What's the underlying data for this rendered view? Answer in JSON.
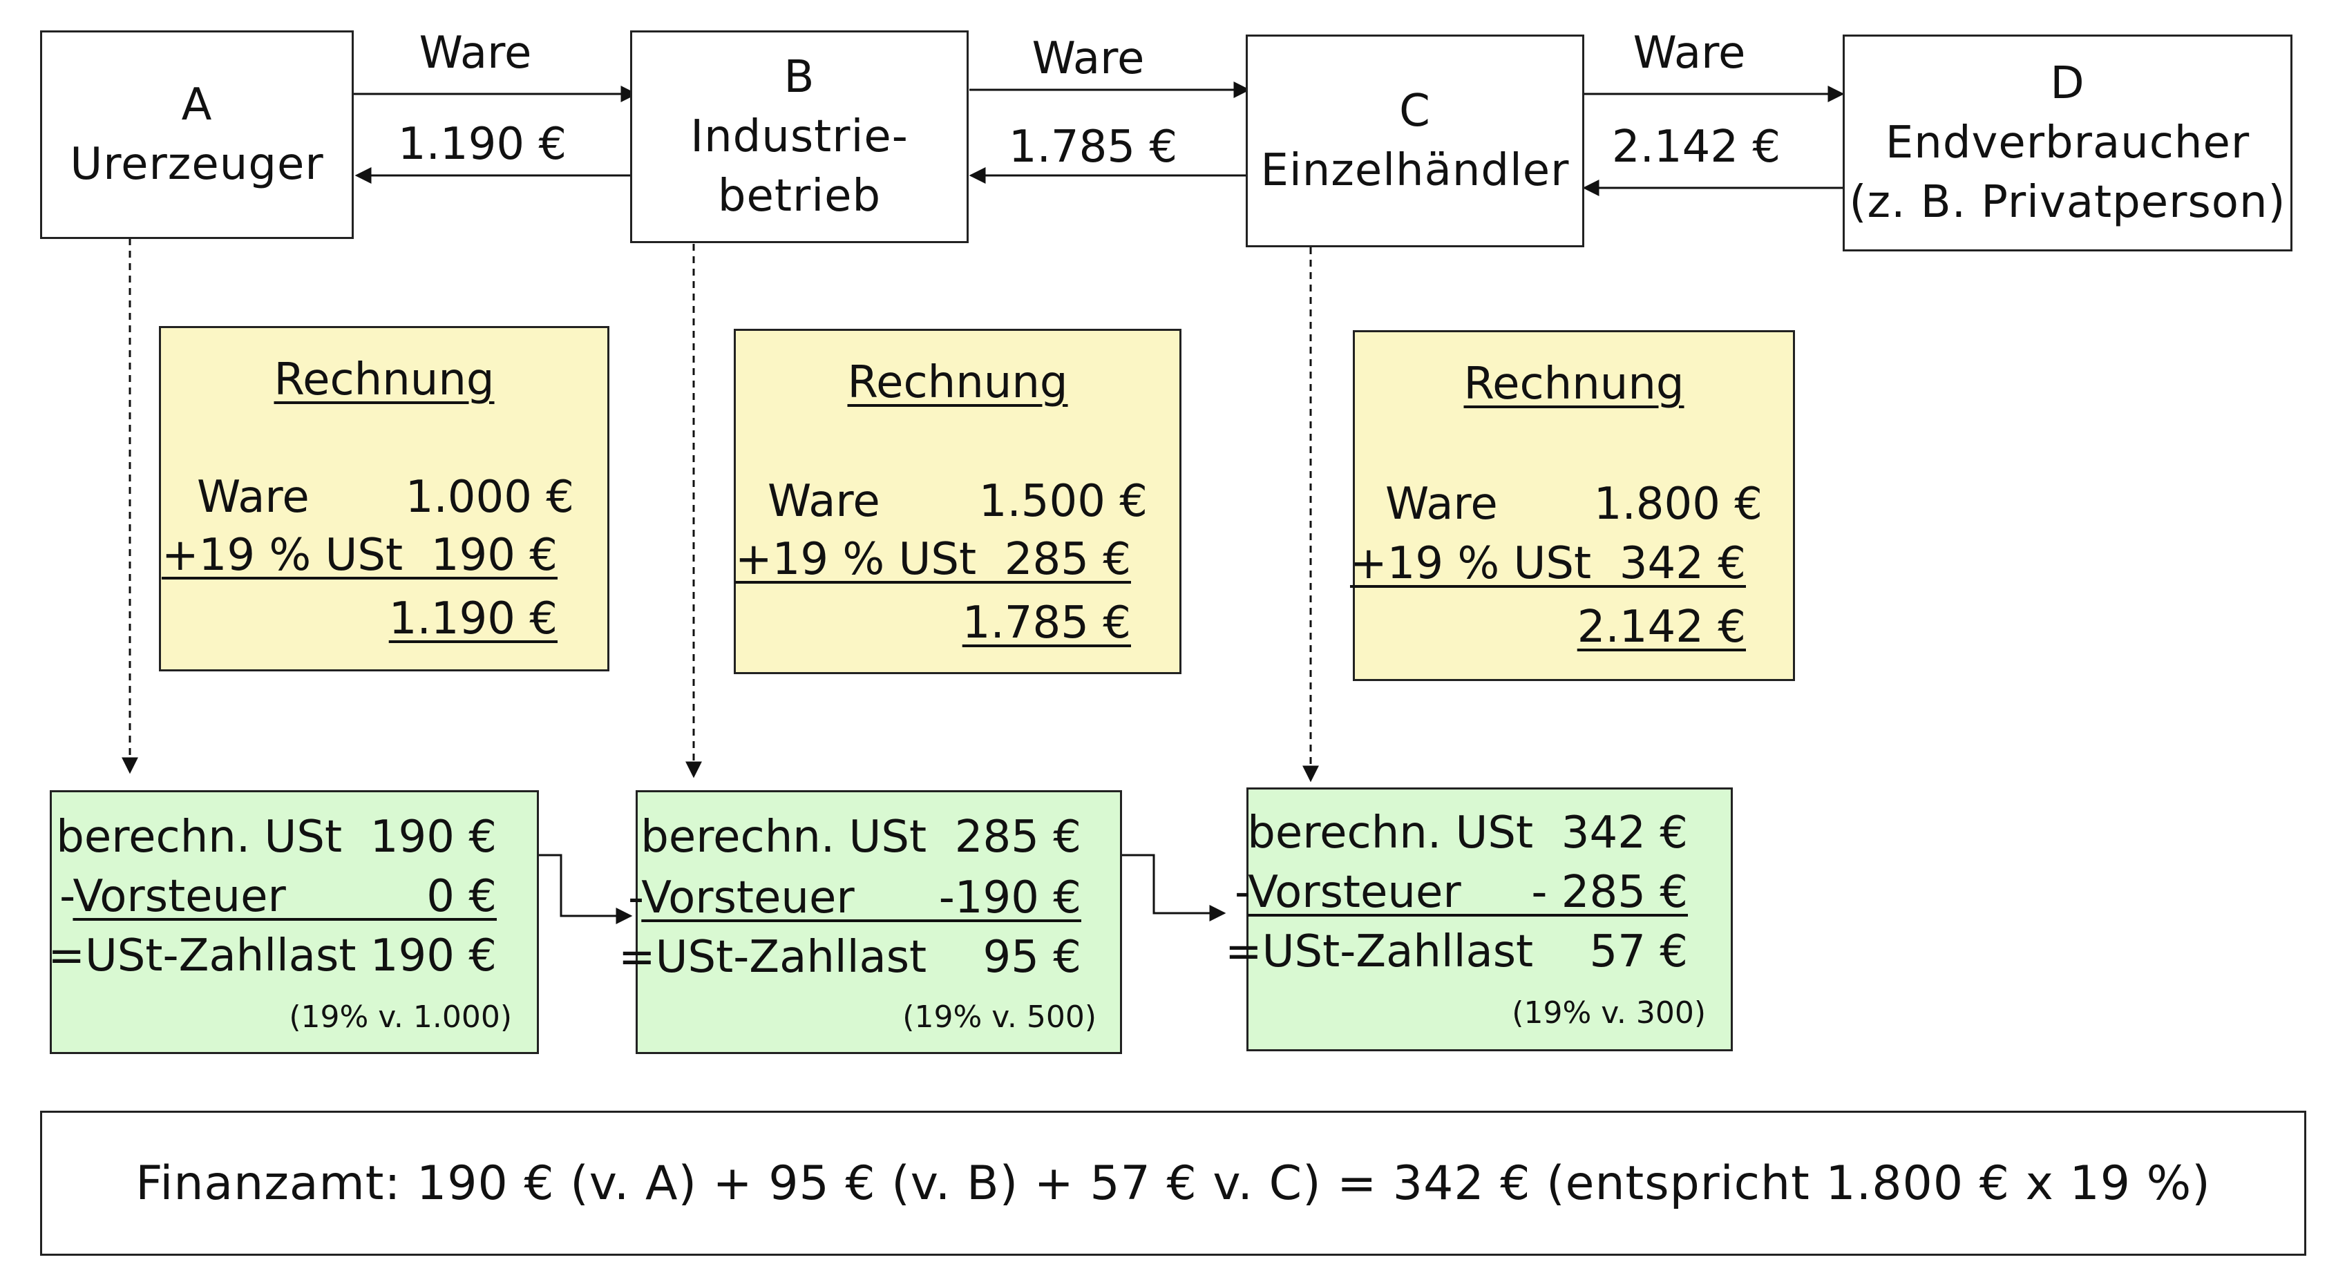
{
  "parties": [
    {
      "letter": "A",
      "name": "Urerzeuger",
      "extra": ""
    },
    {
      "letter": "B",
      "name": "Industrie-",
      "extra": "betrieb"
    },
    {
      "letter": "C",
      "name": "Einzelhändler",
      "extra": ""
    },
    {
      "letter": "D",
      "name": "Endverbraucher",
      "extra": "(z. B. Privatperson)"
    }
  ],
  "flows": [
    {
      "goods": "Ware",
      "payment": "1.190 €"
    },
    {
      "goods": "Ware",
      "payment": "1.785 €"
    },
    {
      "goods": "Ware",
      "payment": "2.142 €"
    }
  ],
  "invoices": [
    {
      "title": "Rechnung",
      "ware_label": "Ware",
      "ware_value": "1.000 €",
      "ust_line": "+19 % USt  190 €",
      "total": "1.190 €"
    },
    {
      "title": "Rechnung",
      "ware_label": "Ware",
      "ware_value": "1.500 €",
      "ust_line": "+19 % USt  285 €",
      "total": "1.785 €"
    },
    {
      "title": "Rechnung",
      "ware_label": "Ware",
      "ware_value": "1.800 €",
      "ust_line": "+19 % USt  342 €",
      "total": "2.142 €"
    }
  ],
  "ust_boxes": [
    {
      "line1": "berechn. USt  190 €",
      "line2_prefix": "-",
      "line2": "Vorsteuer          0 €",
      "line3": "=USt-Zahllast 190 €",
      "note": "(19% v. 1.000)"
    },
    {
      "line1": "berechn. USt  285 €",
      "line2_prefix": "-",
      "line2": "Vorsteuer      -190 €",
      "line3": "=USt-Zahllast    95 €",
      "note": "(19% v. 500)"
    },
    {
      "line1": "berechn. USt  342 €",
      "line2_prefix": "-",
      "line2": "Vorsteuer     - 285 €",
      "line3": "=USt-Zahllast    57 €",
      "note": "(19% v. 300)"
    }
  ],
  "summary": "Finanzamt: 190 € (v. A) + 95 € (v. B) + 57 € v. C) = 342 € (entspricht 1.800 € x 19 %)"
}
